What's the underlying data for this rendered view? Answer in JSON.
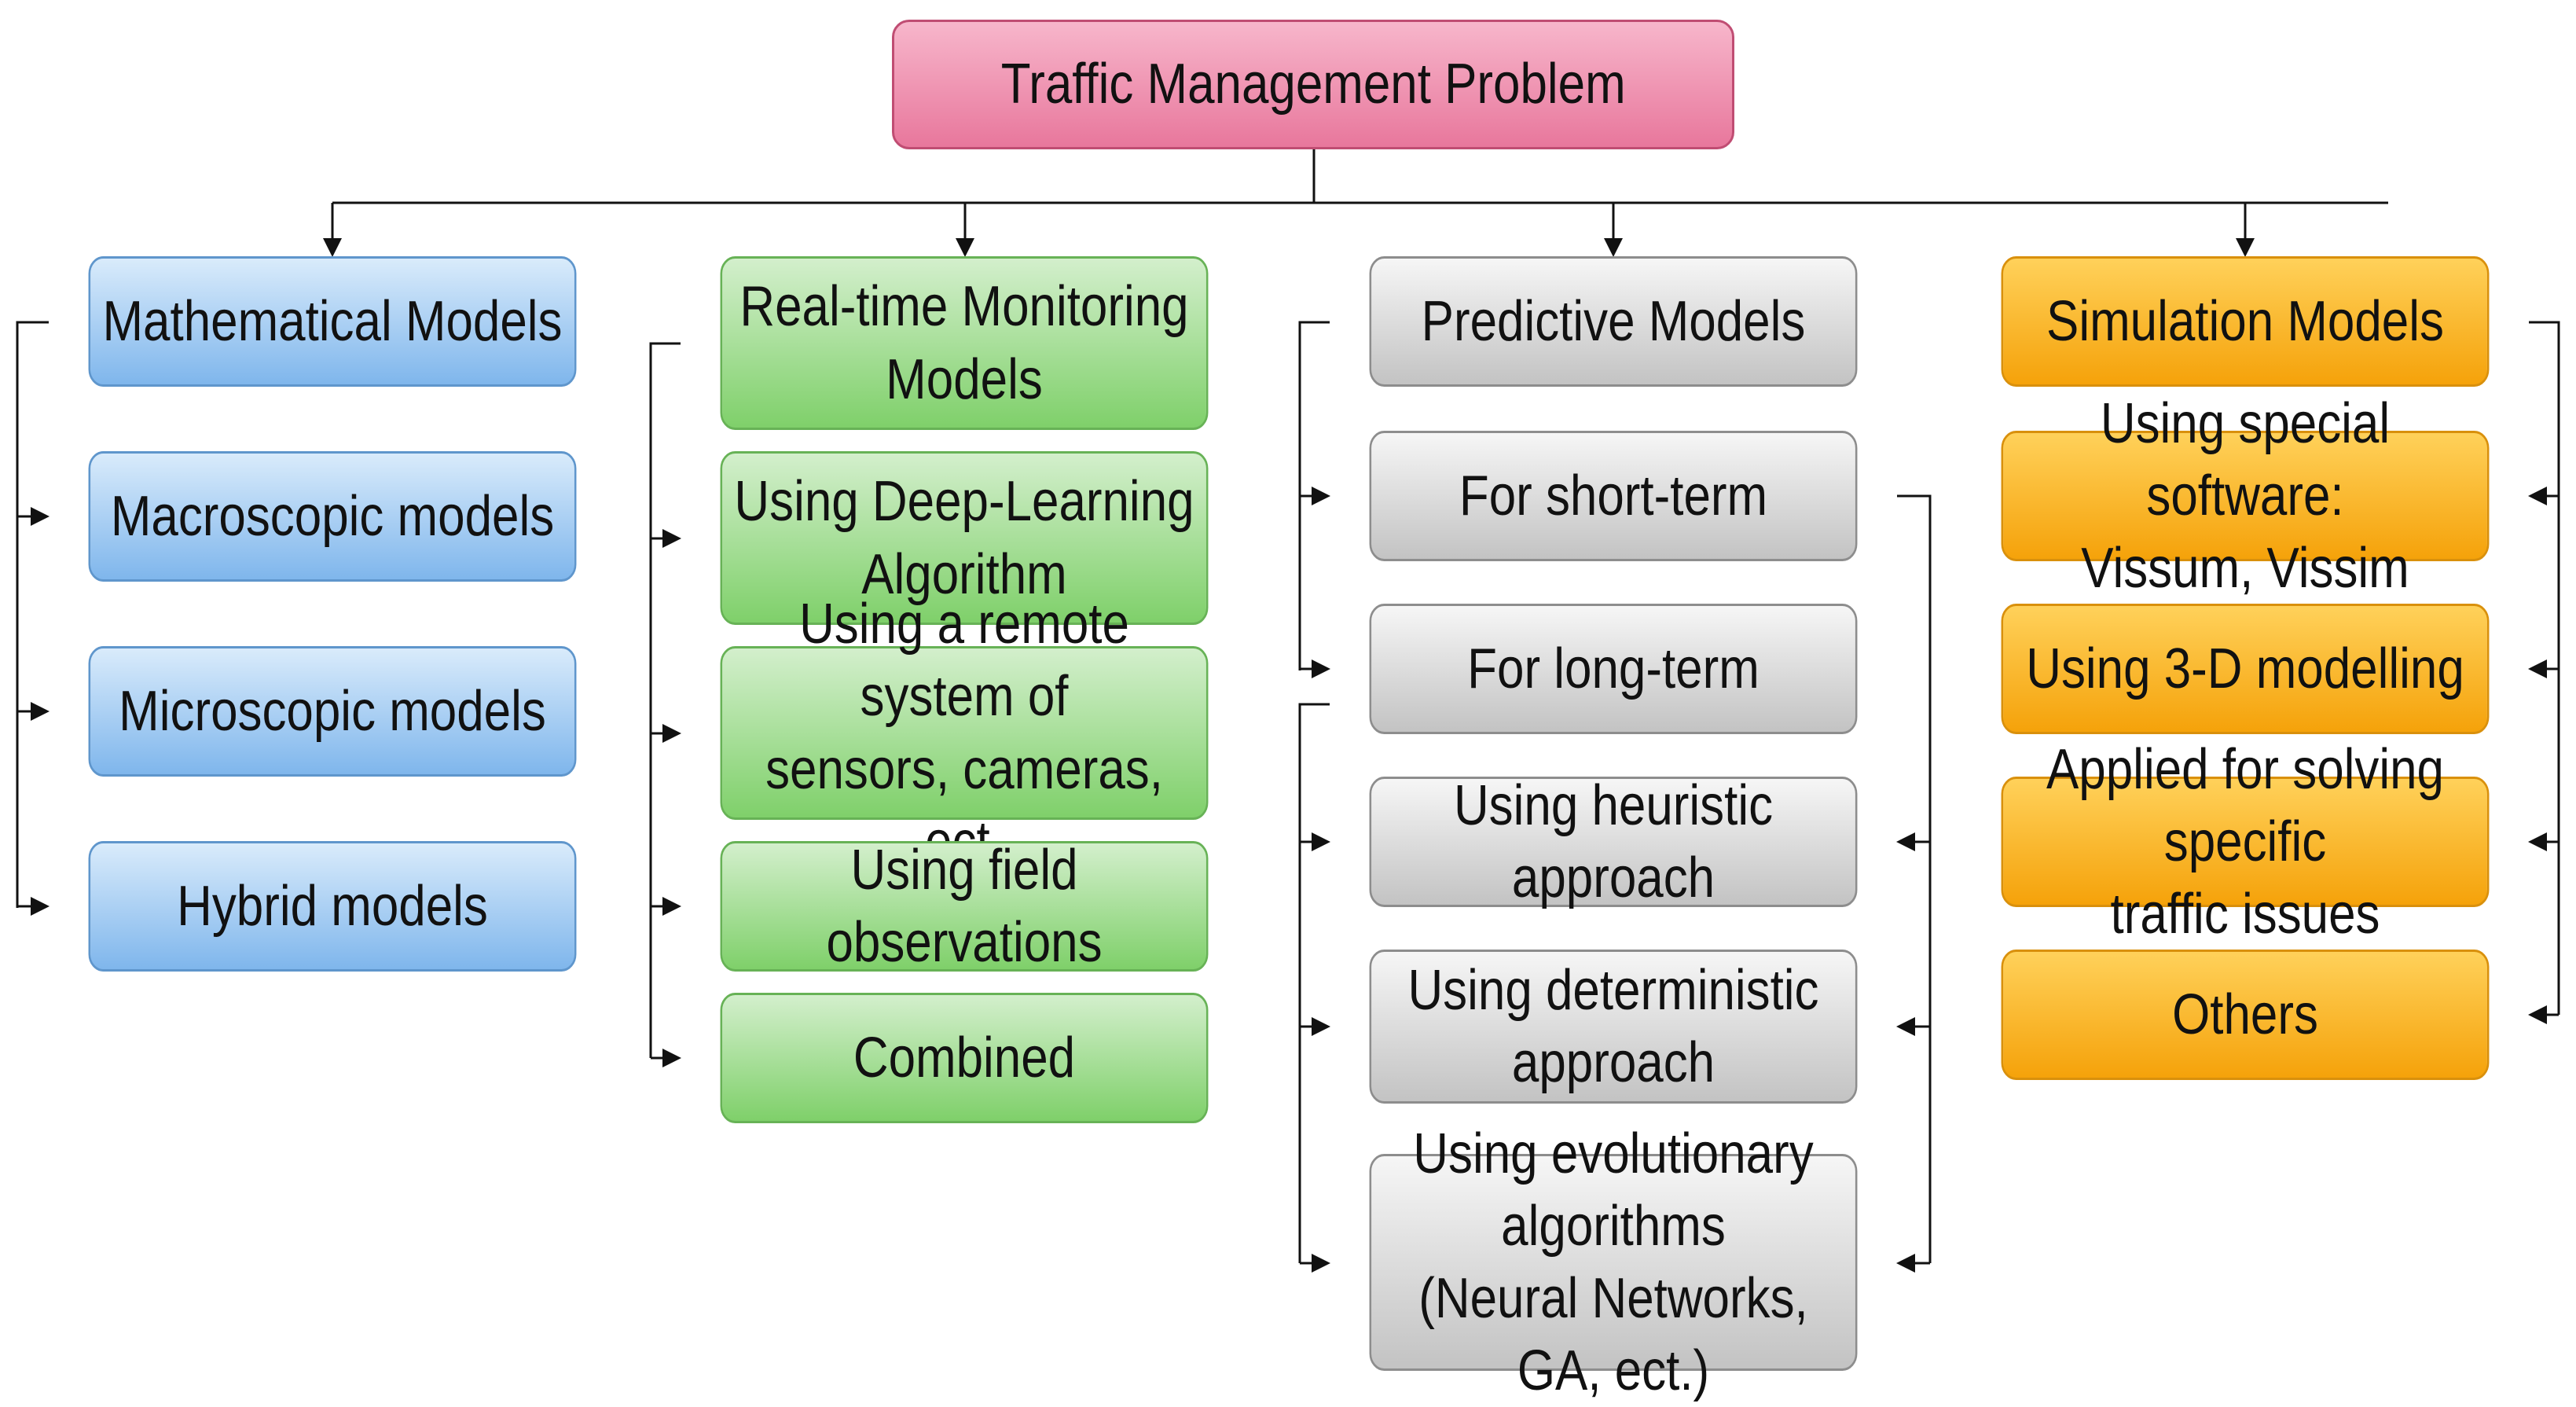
{
  "root": {
    "label": "Traffic Management Problem"
  },
  "categories": [
    {
      "title": "Mathematical Models",
      "items": [
        "Macroscopic models",
        "Microscopic models",
        "Hybrid models"
      ]
    },
    {
      "title": "Real-time Monitoring\nModels",
      "items": [
        "Using Deep-Learning\nAlgorithm",
        "Using a remote system of\nsensors, cameras, ect.",
        "Using field observations",
        "Combined"
      ]
    },
    {
      "title": "Predictive Models",
      "items": [
        "For short-term",
        "For long-term",
        "Using heuristic approach",
        "Using deterministic\napproach",
        "Using evolutionary\nalgorithms\n(Neural Networks, GA, ect.)"
      ]
    },
    {
      "title": "Simulation Models",
      "items": [
        "Using special software:\nVissum, Vissim",
        "Using 3-D modelling",
        "Applied for solving specific\ntraffic issues",
        "Others"
      ]
    }
  ]
}
